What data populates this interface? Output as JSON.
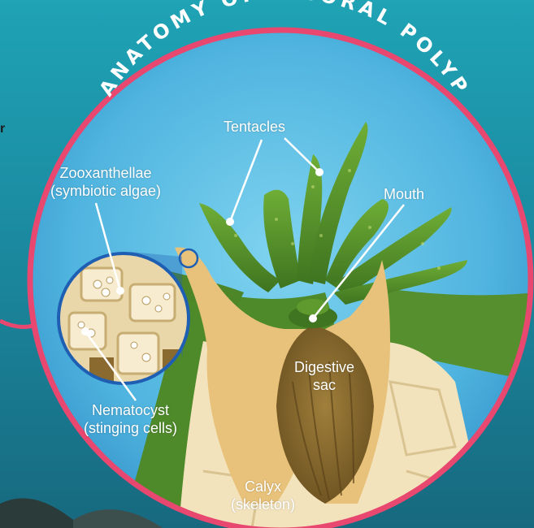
{
  "title": "ANATOMY OF A CORAL POLYP",
  "labels": {
    "tentacles": "Tentacles",
    "mouth": "Mouth",
    "zooxanthellae_line1": "Zooxanthellae",
    "zooxanthellae_line2": "(symbiotic algae)",
    "nematocyst_line1": "Nematocyst",
    "nematocyst_line2": "(stinging cells)",
    "digestive_line1": "Digestive",
    "digestive_line2": "sac",
    "calyx_line1": "Calyx",
    "calyx_line2": "(skeleton)"
  },
  "edge_text": "r",
  "colors": {
    "ring": "#e8476f",
    "water_inner": "#5ec3e6",
    "water_outer": "#3a9ed3",
    "tentacle": "#5f9a2e",
    "tentacle_dark": "#3f7420",
    "tissue": "#e8c27a",
    "skeleton": "#f3e3bd",
    "digestive": "#8a6a2e",
    "inset_ring": "#1f5fb3"
  }
}
